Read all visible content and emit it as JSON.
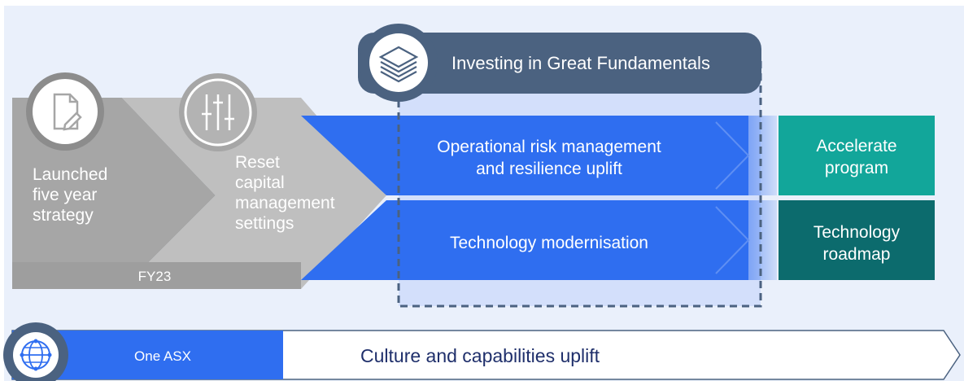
{
  "steps": {
    "launched": "Launched\nfive year\nstrategy",
    "reset": "Reset\ncapital\nmanagement\nsettings",
    "fy": "FY23"
  },
  "investing": {
    "title": "Investing in Great Fundamentals"
  },
  "workstreams": {
    "operational": "Operational risk management\nand resilience uplift",
    "technology": "Technology modernisation"
  },
  "outcomes": {
    "accelerate": "Accelerate\nprogram",
    "roadmap": "Technology\nroadmap"
  },
  "culture": {
    "tag": "One ASX",
    "title": "Culture and capabilities uplift"
  },
  "colors": {
    "grey_dark": "#a6a6a6",
    "grey_light": "#bfbfbf",
    "blue": "#2f6ef0",
    "navy": "#4b6280",
    "teal": "#12a69a",
    "teal_dark": "#0c6b6d"
  },
  "icons": [
    "document-edit-icon",
    "sliders-icon",
    "layers-icon",
    "globe-network-icon"
  ]
}
